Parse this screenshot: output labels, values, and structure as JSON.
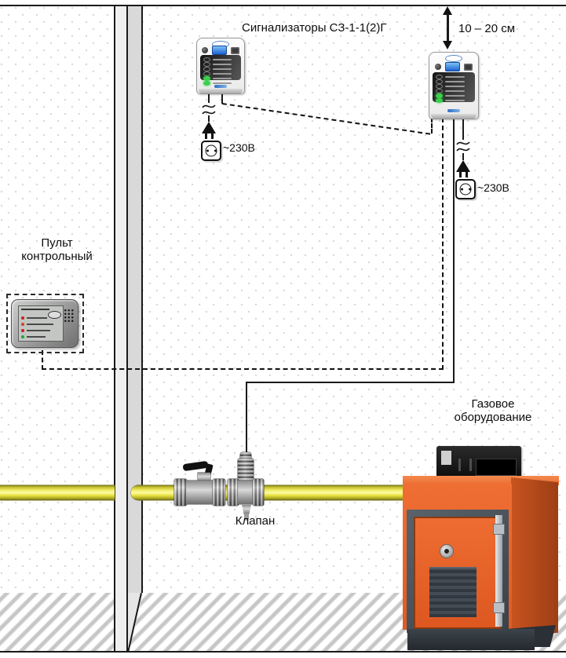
{
  "labels": {
    "signalers_title": "Сигнализаторы СЗ-1-1(2)Г",
    "distance": "10 – 20 см",
    "control_panel_line1": "Пульт",
    "control_panel_line2": "контрольный",
    "gas_equipment_line1": "Газовое",
    "gas_equipment_line2": "оборудование",
    "valve": "Клапан",
    "voltage_left": "~230В",
    "voltage_right": "~230В"
  },
  "colors": {
    "gas_pipe_yellow": "#e9e33e",
    "boiler_orange": "#e8622a",
    "device_accent_blue": "#1d62cf",
    "led_green": "#3ad04e",
    "wall_light_gray": "#efefef",
    "wall_dark_gray": "#d9d9d9",
    "hatch_gray": "#c6c6c6",
    "line_black": "#1a1a1a",
    "dot_grid": "#d6dbe0"
  },
  "icons": {
    "power_socket": "socket-icon",
    "power_plug": "plug-icon",
    "wire_break": "wire-break-icon",
    "distance_arrow": "double-arrow-icon",
    "speaker": "speaker-icon",
    "indicator_led": "led-icon"
  }
}
